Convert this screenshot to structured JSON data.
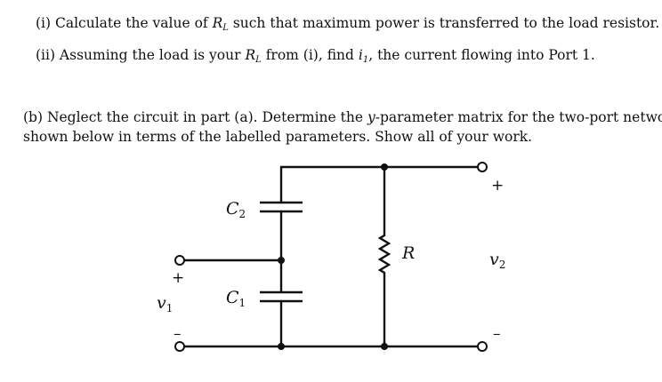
{
  "question": {
    "part_i": {
      "pre": "(i) Calculate the value of ",
      "var": "R",
      "sub": "L",
      "post": " such that maximum power is transferred to the load resistor."
    },
    "part_ii": {
      "pre": "(ii) Assuming the load is your ",
      "var": "R",
      "sub": "L",
      "mid": " from (i), find ",
      "var2": "i",
      "sub2": "1",
      "post": ", the current flowing into Port 1."
    },
    "part_b": {
      "line1_pre": "(b) Neglect the circuit in part (a). Determine the ",
      "line1_var": "y",
      "line1_post": "-parameter matrix for the two-port network",
      "line2": "shown below in terms of the labelled parameters. Show all of your work."
    }
  },
  "circuit": {
    "labels": {
      "c2": {
        "var": "C",
        "sub": "2"
      },
      "c1": {
        "var": "C",
        "sub": "1"
      },
      "r": "R",
      "v1": {
        "var": "v",
        "sub": "1"
      },
      "v2": {
        "var": "v",
        "sub": "2"
      }
    },
    "signs": {
      "port1_plus": "+",
      "port1_minus": "–",
      "port2_plus": "+",
      "port2_minus": "–"
    }
  }
}
